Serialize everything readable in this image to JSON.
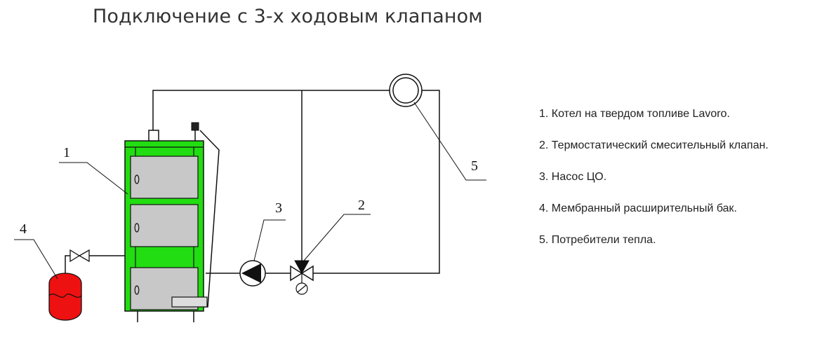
{
  "title": "Подключение с 3-х ходовым клапаном",
  "legend": [
    "1. Котел на твердом топливе Lavoro.",
    "2. Термостатический смесительный клапан.",
    "3. Насос ЦО.",
    "4. Мембранный расширительный бак.",
    "5. Потребители тепла."
  ],
  "callouts": [
    "1",
    "2",
    "3",
    "4",
    "5"
  ],
  "colors": {
    "boiler_frame": "#22dd11",
    "door_fill": "#c8c8c8",
    "tank_fill": "#ee1111",
    "line": "#111111"
  }
}
